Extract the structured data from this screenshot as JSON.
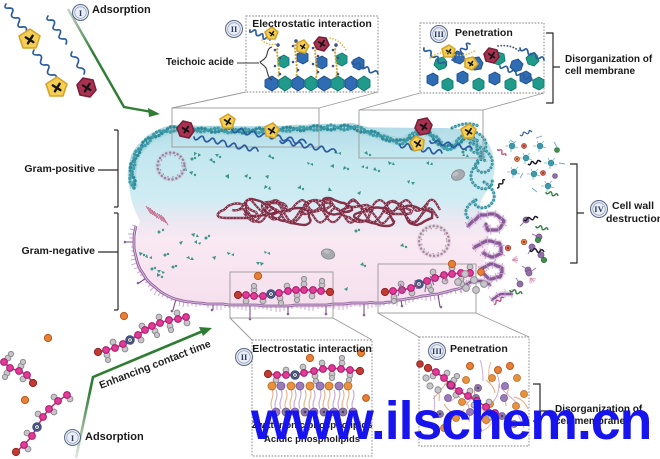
{
  "figure": {
    "type": "scientific-diagram",
    "topic": "Antibacterial mechanism of cationic polymers against Gram-positive and Gram-negative bacteria",
    "watermark": "www.ilschem.cn",
    "steps": {
      "adsorption_top": {
        "numeral": "I",
        "label": "Adsorption"
      },
      "electrostatic_top": {
        "numeral": "II",
        "label": "Electrostatic interaction"
      },
      "penetration_top": {
        "numeral": "III",
        "label": "Penetration"
      },
      "cell_wall_destruction": {
        "numeral": "IV",
        "line1": "Cell wall",
        "line2": "destruction"
      },
      "adsorption_bottom": {
        "numeral": "I",
        "label": "Adsorption"
      },
      "electrostatic_bottom": {
        "numeral": "II",
        "label": "Electrostatic interaction"
      },
      "penetration_bottom": {
        "numeral": "III",
        "label": "Penetration"
      }
    },
    "annotations": {
      "teichoic": "Teichoic acide",
      "disorganization_top": {
        "line1": "Disorganization of",
        "line2": "cell membrane"
      },
      "disorganization_bottom": {
        "line1": "Disorganization of",
        "line2": "cell membrane"
      },
      "gram_positive": "Gram-positive",
      "gram_negative": "Gram-negative",
      "enhancing_contact_time": "Enhancing contact time",
      "zwitterionic": "Zwitterionic phospholipids",
      "acidic": "Acidic phospholipids"
    },
    "colors": {
      "watermark_blue": "#1414f0",
      "arrow_green": "#2e7d32",
      "gram_positive_membrane": "#2e8d9d",
      "gram_negative_membrane": "#8f5f9b",
      "peptidoglycan_blue": "#2f6cb3",
      "peptidoglycan_teal": "#1f9a8b",
      "polymer_yellow": "#f4cf52",
      "polymer_red": "#a93251",
      "bead_magenta": "#e23a97",
      "lipid_orange": "#e8913f",
      "lipid_purple": "#9b7bb8",
      "cytoplasm_top": "#c5e6ee",
      "cytoplasm_bottom": "#f9e9f3"
    }
  }
}
